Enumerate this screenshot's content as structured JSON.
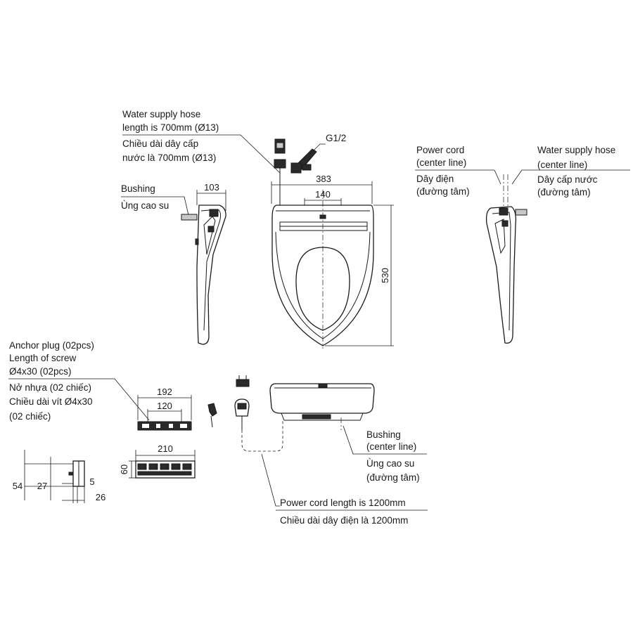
{
  "labels": {
    "water_hose": {
      "en_line1": "Water supply hose",
      "en_line2": "length is 700mm (Ø13)",
      "vi_line1": "Chiều dài dây cấp",
      "vi_line2": "nước là 700mm (Ø13)"
    },
    "thread": "G1/2",
    "bushing_top": {
      "en": "Bushing",
      "vi": "Ùng cao su"
    },
    "power_cord_cl": {
      "en_line1": "Power cord",
      "en_line2": "(center line)",
      "vi_line1": "Dây điện",
      "vi_line2": "(đường tâm)"
    },
    "water_hose_cl": {
      "en_line1": "Water supply hose",
      "en_line2": "(center line)",
      "vi_line1": "Dây cấp nước",
      "vi_line2": "(đường tâm)"
    },
    "anchor": {
      "en_line1": "Anchor plug (02pcs)",
      "en_line2": "Length of screw",
      "en_line3": "Ø4x30 (02pcs)",
      "vi_line1": "Nở nhựa (02 chiếc)",
      "vi_line2": "Chiều dài vít Ø4x30",
      "vi_line3": "(02 chiếc)"
    },
    "bushing_bottom": {
      "en_line1": "Bushing",
      "en_line2": "(center line)",
      "vi_line1": "Ùng cao su",
      "vi_line2": "(đường tâm)"
    },
    "power_cord_len": {
      "en": "Power cord length is 1200mm",
      "vi": "Chiều dài dây điện là 1200mm"
    }
  },
  "dimensions": {
    "side_width": "103",
    "seat_width": "383",
    "hinge_spacing": "140",
    "seat_length": "530",
    "plate_width": "192",
    "plate_hole_spacing": "120",
    "panel_width": "210",
    "panel_height": "60",
    "remote_54": "54",
    "remote_27": "27",
    "remote_5": "5",
    "remote_26": "26"
  }
}
